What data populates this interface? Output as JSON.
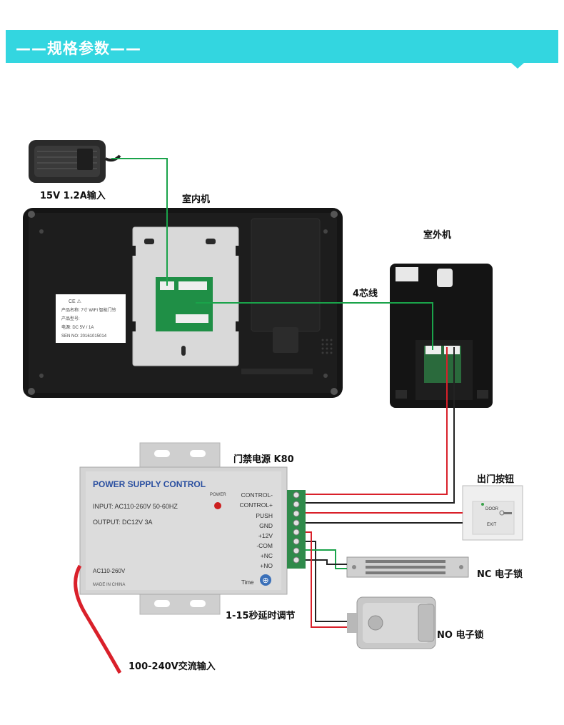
{
  "banner": {
    "title": "——规格参数——"
  },
  "labels": {
    "adapter": "15V 1.2A输入",
    "indoor_unit": "室内机",
    "outdoor_unit": "室外机",
    "four_core_wire": "4芯线",
    "power_supply": "门禁电源 K80",
    "exit_button": "出门按钮",
    "nc_lock": "NC 电子锁",
    "no_lock": "NO 电子锁",
    "delay": "1-15秒延时调节",
    "ac_input": "100-240V交流输入"
  },
  "monitor_label": {
    "line1": "产品名称: 7寸 WIFI 智能门铃",
    "line2": "产品型号:",
    "line3": "电源:      DC 5V / 1A",
    "line4": "SEN NO: 20161015014"
  },
  "power_box": {
    "title": "POWER SUPPLY CONTROL",
    "input": "INPUT: AC110-260V 50-60HZ",
    "output": "OUTPUT: DC12V  3A",
    "power_led": "POWER",
    "ac_range": "AC110-260V",
    "made_in": "MADE IN CHINA",
    "time": "Time"
  },
  "terminals": [
    "CONTROL-",
    "CONTROL+",
    "PUSH",
    "GND",
    "+12V",
    "-COM",
    "+NC",
    "+NO"
  ],
  "exit_button_text": {
    "door": "DOOR",
    "exit": "EXIT"
  },
  "colors": {
    "banner": "#33d6e0",
    "wire_green": "#1aa34a",
    "wire_red": "#d9202a",
    "wire_black": "#222222"
  }
}
